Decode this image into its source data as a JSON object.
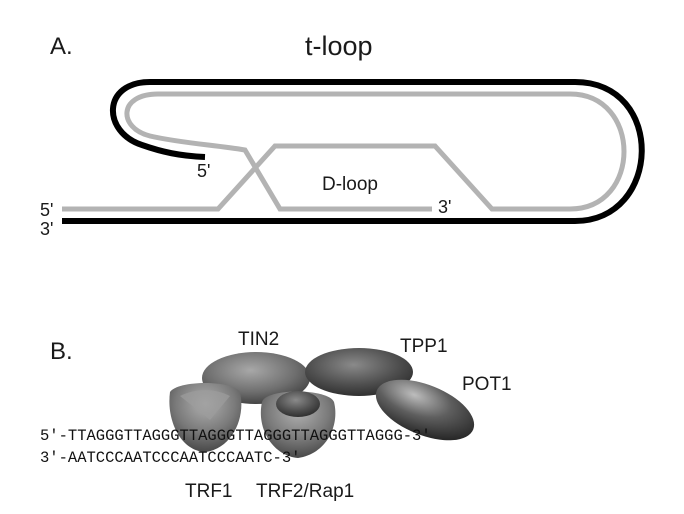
{
  "panel_a": {
    "label": "A.",
    "title": "t-loop",
    "five_prime_inner": "5'",
    "five_prime_left": "5'",
    "three_prime_left": "3'",
    "three_prime_inner": "3'",
    "d_loop": "D-loop"
  },
  "panel_b": {
    "label": "B.",
    "proteins": {
      "tin2": "TIN2",
      "tpp1": "TPP1",
      "pot1": "POT1",
      "trf1": "TRF1",
      "trf2": "TRF2/Rap1"
    },
    "sequence_top": "5'-TTAGGGTTAGGGTTAGGGTTAGGGTTAGGGTTAGGG-3'",
    "sequence_bottom": "3'-AATCCCAATCCCAATCCCAATC-3'"
  },
  "colors": {
    "black_strand": "#000000",
    "gray_strand": "#b3b3b3",
    "protein_dark": "#3a3a3a",
    "protein_light": "#9a9a9a"
  }
}
